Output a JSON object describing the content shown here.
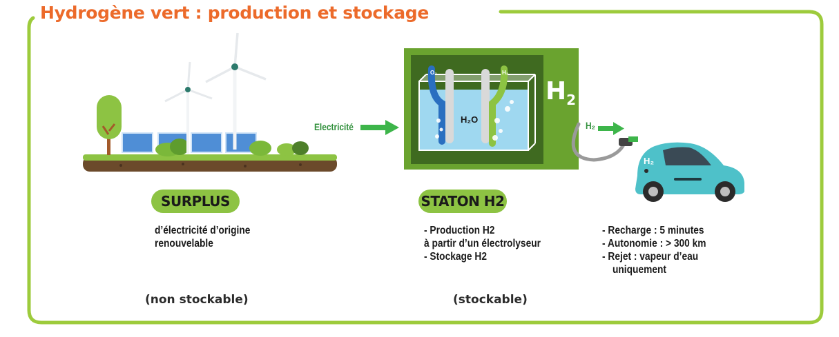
{
  "title": "Hydrogène vert : production et stockage",
  "flow": {
    "electricity_label": "Electricité",
    "h2_small_label": "H₂",
    "tank_h2o_label": "H₂O",
    "tank_o2_label": "O₂",
    "tank_h2_label": "H₂",
    "station_h2_label": "H",
    "station_h2_sub": "2",
    "car_h2_label": "H₂"
  },
  "surplus": {
    "pill": "SURPLUS",
    "line1": "d’électricité d’origine",
    "line2": "renouvelable",
    "note": "(non stockable)"
  },
  "station": {
    "pill": "STATON H2",
    "line1": "- Production H2",
    "line2": "à partir d’un électrolyseur",
    "line3": "- Stockage H2",
    "note": "(stockable)"
  },
  "car": {
    "line1": "- Recharge : 5 minutes",
    "line2": "- Autonomie : > 300 km",
    "line3": "- Rejet : vapeur d’eau",
    "line4": "uniquement"
  },
  "colors": {
    "frame": "#9dcb3c",
    "title": "#ec6a2a",
    "pill": "#8dc343",
    "station_box": "#6aa32f",
    "arrow": "#3db54a",
    "car": "#4ec1c9"
  }
}
